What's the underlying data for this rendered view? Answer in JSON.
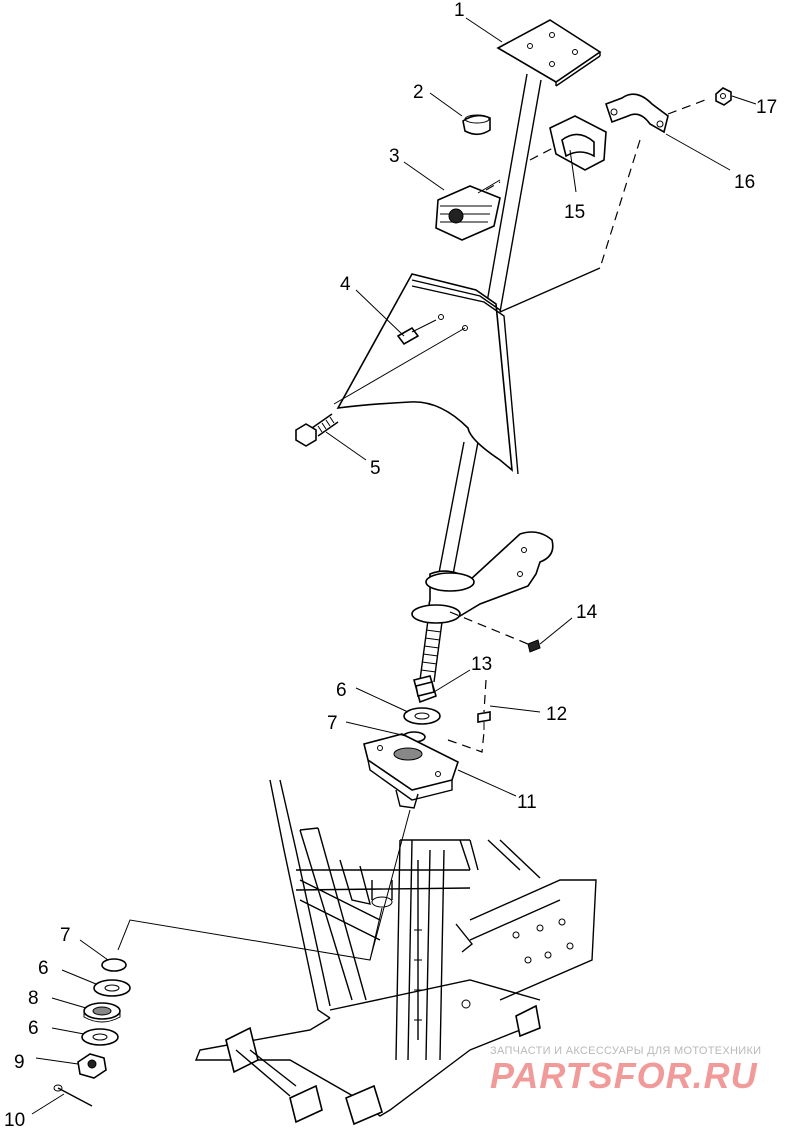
{
  "callouts": [
    {
      "id": "1",
      "text": "1"
    },
    {
      "id": "2",
      "text": "2"
    },
    {
      "id": "3",
      "text": "3"
    },
    {
      "id": "4",
      "text": "4"
    },
    {
      "id": "5",
      "text": "5"
    },
    {
      "id": "6a",
      "text": "6"
    },
    {
      "id": "7a",
      "text": "7"
    },
    {
      "id": "11",
      "text": "11"
    },
    {
      "id": "12",
      "text": "12"
    },
    {
      "id": "13",
      "text": "13"
    },
    {
      "id": "14",
      "text": "14"
    },
    {
      "id": "15",
      "text": "15"
    },
    {
      "id": "16",
      "text": "16"
    },
    {
      "id": "17",
      "text": "17"
    },
    {
      "id": "7b",
      "text": "7"
    },
    {
      "id": "6b",
      "text": "6"
    },
    {
      "id": "8",
      "text": "8"
    },
    {
      "id": "6c",
      "text": "6"
    },
    {
      "id": "9",
      "text": "9"
    },
    {
      "id": "10",
      "text": "10"
    }
  ],
  "watermark": {
    "tagline": "ЗАПЧАСТИ И АКСЕССУАРЫ ДЛЯ МОТОТЕХНИКИ",
    "brand": "PARTSFOR.RU"
  }
}
